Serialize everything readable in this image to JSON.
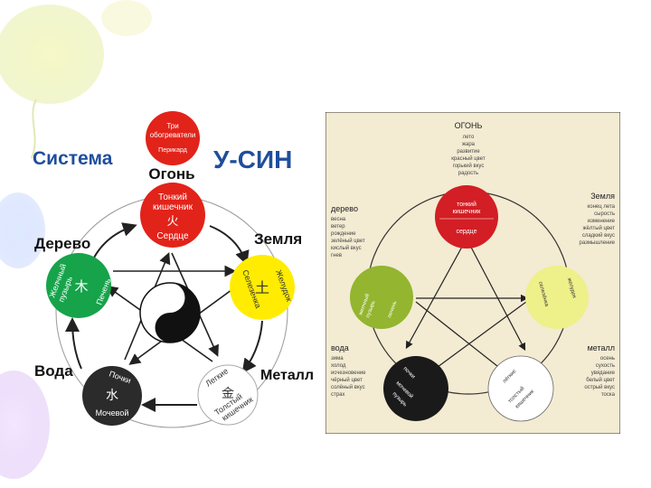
{
  "left_diagram": {
    "title_left": "Система",
    "title_right": "У-СИН",
    "top_circle": {
      "line1": "Три",
      "line2": "обогреватели",
      "line3": "Перикард",
      "color": "#e2231a"
    },
    "elements": {
      "fire": {
        "label": "Огонь",
        "organ1": "Тонкий",
        "organ2": "кишечник",
        "organ3": "Сердце",
        "glyph": "火",
        "color": "#e2231a"
      },
      "earth": {
        "label": "Земля",
        "organ1": "Желудок",
        "organ2": "Селезенка",
        "glyph": "土",
        "color": "#ffec00"
      },
      "metal": {
        "label": "Металл",
        "organ1": "Легкие",
        "organ2": "Толстый",
        "organ3": "кишечник",
        "glyph": "金",
        "color": "#ffffff"
      },
      "water": {
        "label": "Вода",
        "organ1": "Почки",
        "organ2": "Мочевой",
        "glyph": "水",
        "color": "#2b2b2b"
      },
      "wood": {
        "label": "Дерево",
        "organ1": "Желчный",
        "organ2": "пузырь",
        "organ3": "Печень",
        "glyph": "木",
        "color": "#16a34a"
      }
    }
  },
  "right_diagram": {
    "background": "#f3ebd2",
    "fire": {
      "heading": "ОГОНЬ",
      "desc": [
        "лето",
        "жара",
        "развитие",
        "красный цвет",
        "горький вкус",
        "радость"
      ],
      "organ1": "тонкий",
      "organ2": "кишечник",
      "organ3": "сердце",
      "color": "#d21e24"
    },
    "earth": {
      "heading": "Земля",
      "desc": [
        "конец лета",
        "сырость",
        "изменение",
        "жёлтый цвет",
        "сладкий вкус",
        "размышление"
      ],
      "organ1": "желудок",
      "organ2": "селезёнка",
      "color": "#eef08a"
    },
    "wood": {
      "heading": "дерево",
      "desc": [
        "весна",
        "ветер",
        "рождение",
        "зелёный цвет",
        "кислый вкус",
        "гнев"
      ],
      "organ1": "желчный",
      "organ2": "пузырь",
      "organ3": "печень",
      "color": "#93b52f"
    },
    "water": {
      "heading": "вода",
      "desc": [
        "зима",
        "холод",
        "исчезновение",
        "чёрный цвет",
        "солёный вкус",
        "страх"
      ],
      "organ1": "почки",
      "organ2": "мочевой",
      "organ3": "пузырь",
      "color": "#1a1a1a"
    },
    "metal": {
      "heading": "металл",
      "desc": [
        "осень",
        "сухость",
        "увядание",
        "белый цвет",
        "острый вкус",
        "тоска"
      ],
      "organ1": "лёгкие",
      "organ2": "толстый",
      "organ3": "кишечник",
      "color": "#ffffff"
    }
  }
}
